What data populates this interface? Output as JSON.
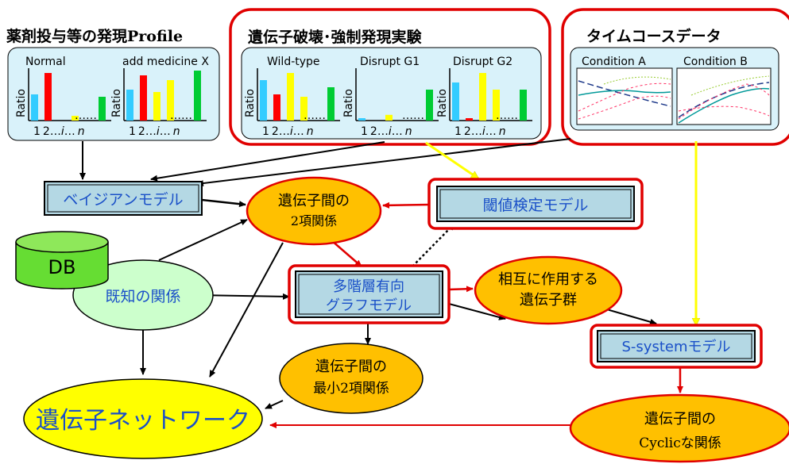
{
  "sections": {
    "drug": {
      "title": "薬剤投与等の発現Profile",
      "chart1": "Normal",
      "chart2": "add medicine X"
    },
    "gene": {
      "title": "遺伝子破壊･強制発現実験",
      "chart1": "Wild-type",
      "chart2": "Disrupt G1",
      "chart3": "Disrupt G2"
    },
    "time": {
      "title": "タイムコースデータ",
      "panel1": "Condition A",
      "panel2": "Condition B"
    }
  },
  "axis": {
    "ylabel": "Ratio",
    "xlabel_1": "1",
    "xlabel_2": "2…",
    "xlabel_3": "i",
    "xlabel_4": "…",
    "xlabel_5": "n",
    "dots": "……"
  },
  "mini_charts": [
    {
      "name": "Normal",
      "values": [
        0.55,
        1.0,
        0,
        0.1,
        0,
        0.5
      ]
    },
    {
      "name": "add medicine X",
      "values": [
        0.65,
        0.95,
        0.6,
        0.85,
        0,
        1.05
      ]
    },
    {
      "name": "Wild-type",
      "values": [
        0.85,
        0.55,
        1.0,
        0.5,
        0,
        0.7
      ]
    },
    {
      "name": "Disrupt G1",
      "values": [
        0.05,
        0,
        0.12,
        0,
        0,
        0.65
      ]
    },
    {
      "name": "Disrupt G2",
      "values": [
        0.8,
        0.05,
        1.0,
        0.65,
        0,
        0.65
      ]
    }
  ],
  "colors": {
    "bars": [
      "#33ccff",
      "#ff0000",
      "#ffff00",
      "#ffff00",
      "#ffff00",
      "#00cc33"
    ],
    "panel_bg": "#d9f2fa",
    "box_bg": "#b4d8e4",
    "orange": "#ffc000",
    "green_ellipse": "#ccffcc",
    "yellow_ellipse": "#ffff00",
    "red": "#e00000",
    "arrow_yellow": "#ffff00",
    "db_green": "#66dd33"
  },
  "nodes": {
    "bayes": "ベイジアンモデル",
    "threshold": "閾値検定モデル",
    "multilayer_line1": "多階層有向",
    "multilayer_line2": "グラフモデル",
    "ssystem": "S-systemモデル",
    "binary_line1": "遺伝子間の",
    "binary_line2": "2項関係",
    "interact_line1": "相互に作用する",
    "interact_line2": "遺伝子群",
    "known": "既知の関係",
    "db": "DB",
    "minimal_line1": "遺伝子間の",
    "minimal_line2": "最小2項関係",
    "cyclic_line1": "遺伝子間の",
    "cyclic_line2": "Cyclicな関係",
    "network": "遺伝子ネットワーク"
  }
}
